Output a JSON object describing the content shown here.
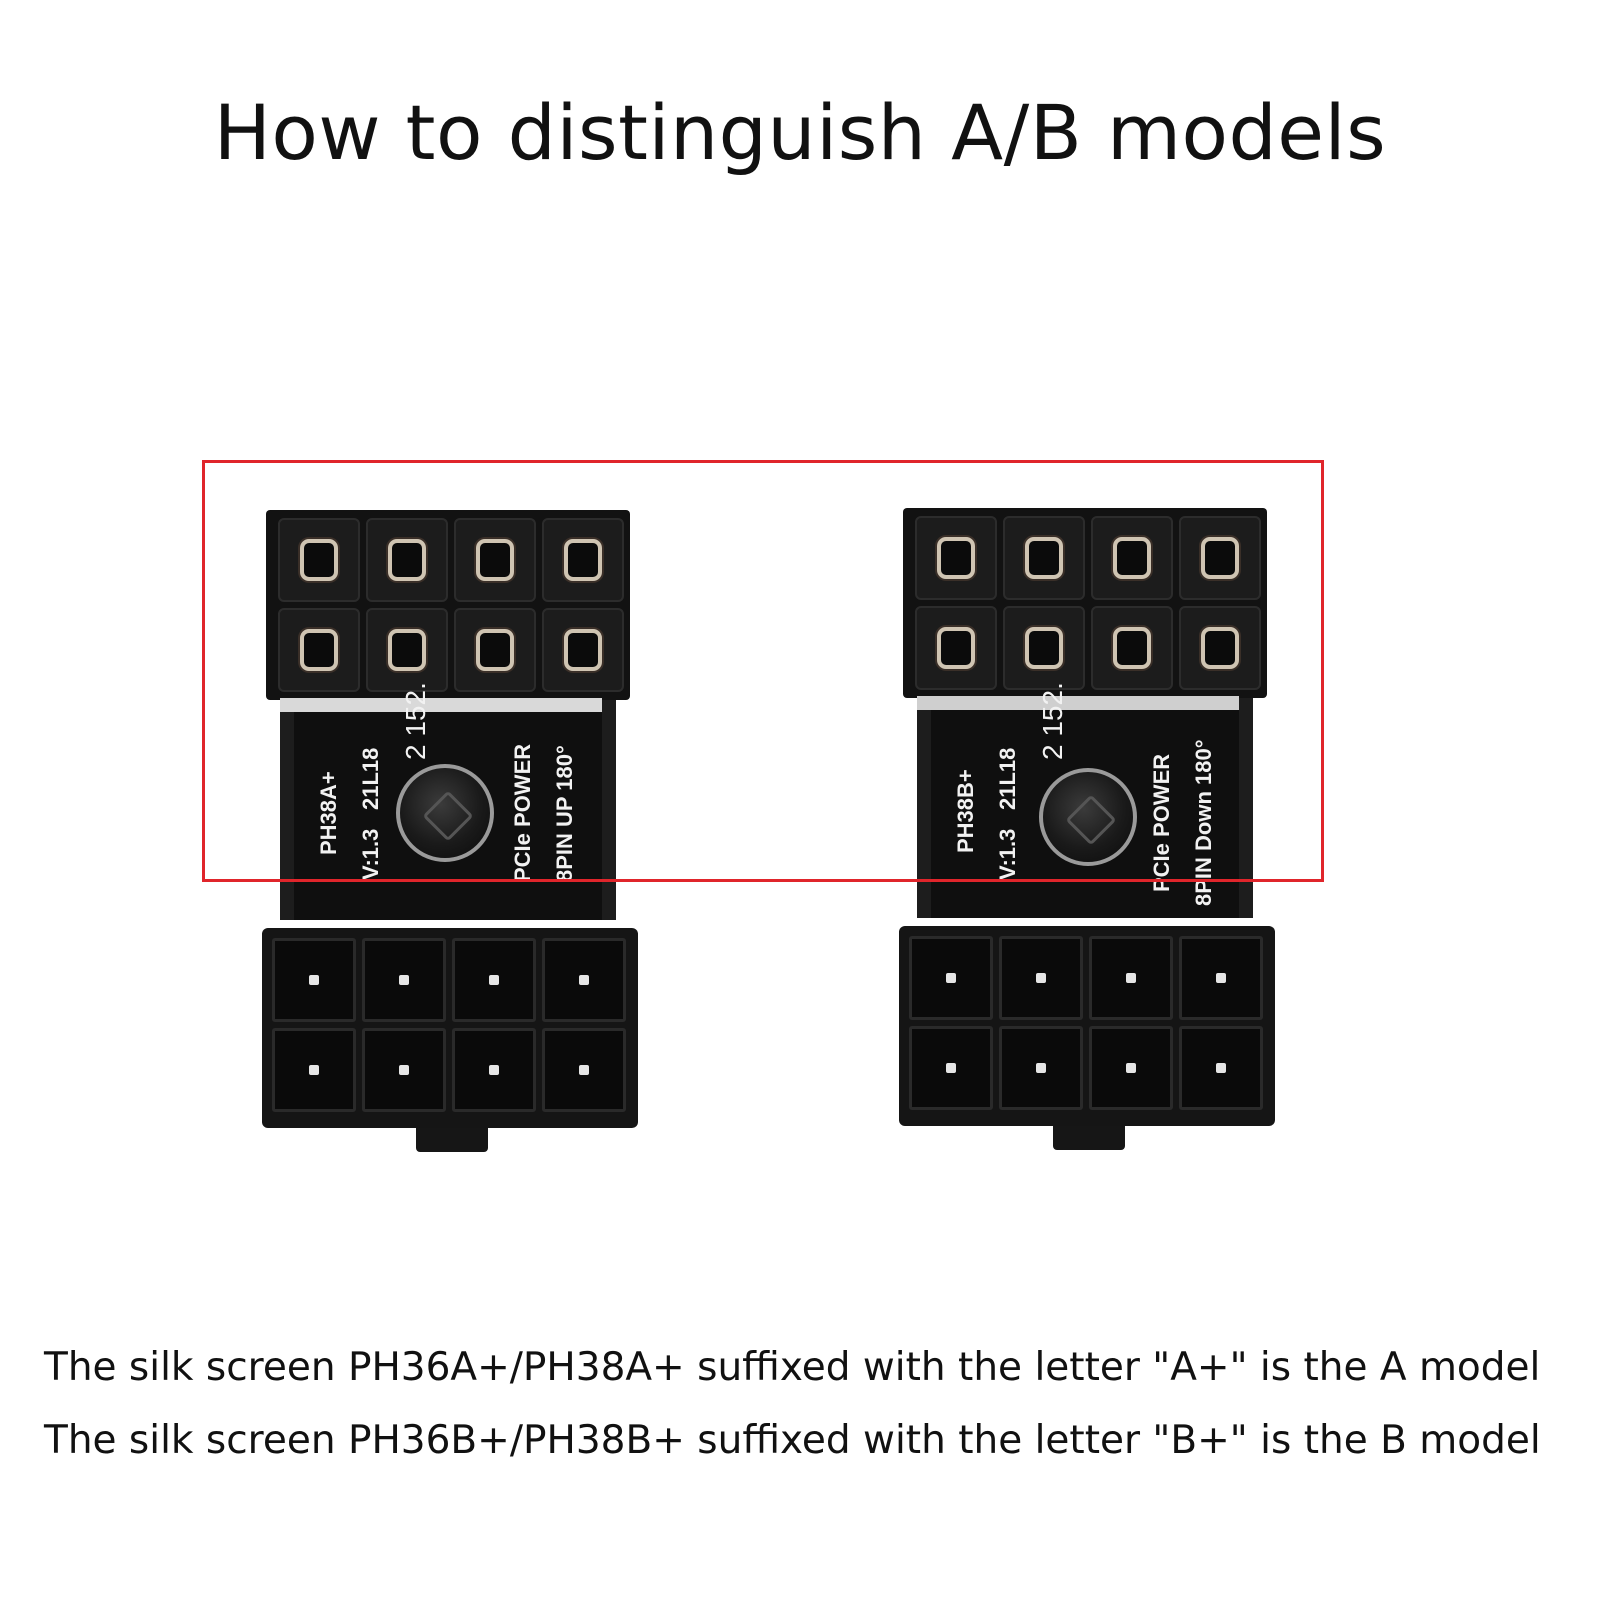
{
  "title": "How to distinguish A/B models",
  "adapters": [
    {
      "model": "PH38A+",
      "version": "V:1.3",
      "date_code": "21L18",
      "serial": "2 152.",
      "product": "PCIe POWER",
      "orientation": "8PIN UP 180°"
    },
    {
      "model": "PH38B+",
      "version": "V:1.3",
      "date_code": "21L18",
      "serial": "2 152.",
      "product": "PCIe POWER",
      "orientation": "8PIN Down 180°"
    }
  ],
  "captions": {
    "a_model": "The silk screen PH36A+/PH38A+ suffixed with the letter \"A+\" is the A model",
    "b_model": "The silk screen PH36B+/PH38B+ suffixed with the letter \"B+\" is the B model"
  },
  "colors": {
    "highlight_border": "#e0252b",
    "connector_body": "#121212",
    "pin_metal": "#cfc4b2"
  }
}
